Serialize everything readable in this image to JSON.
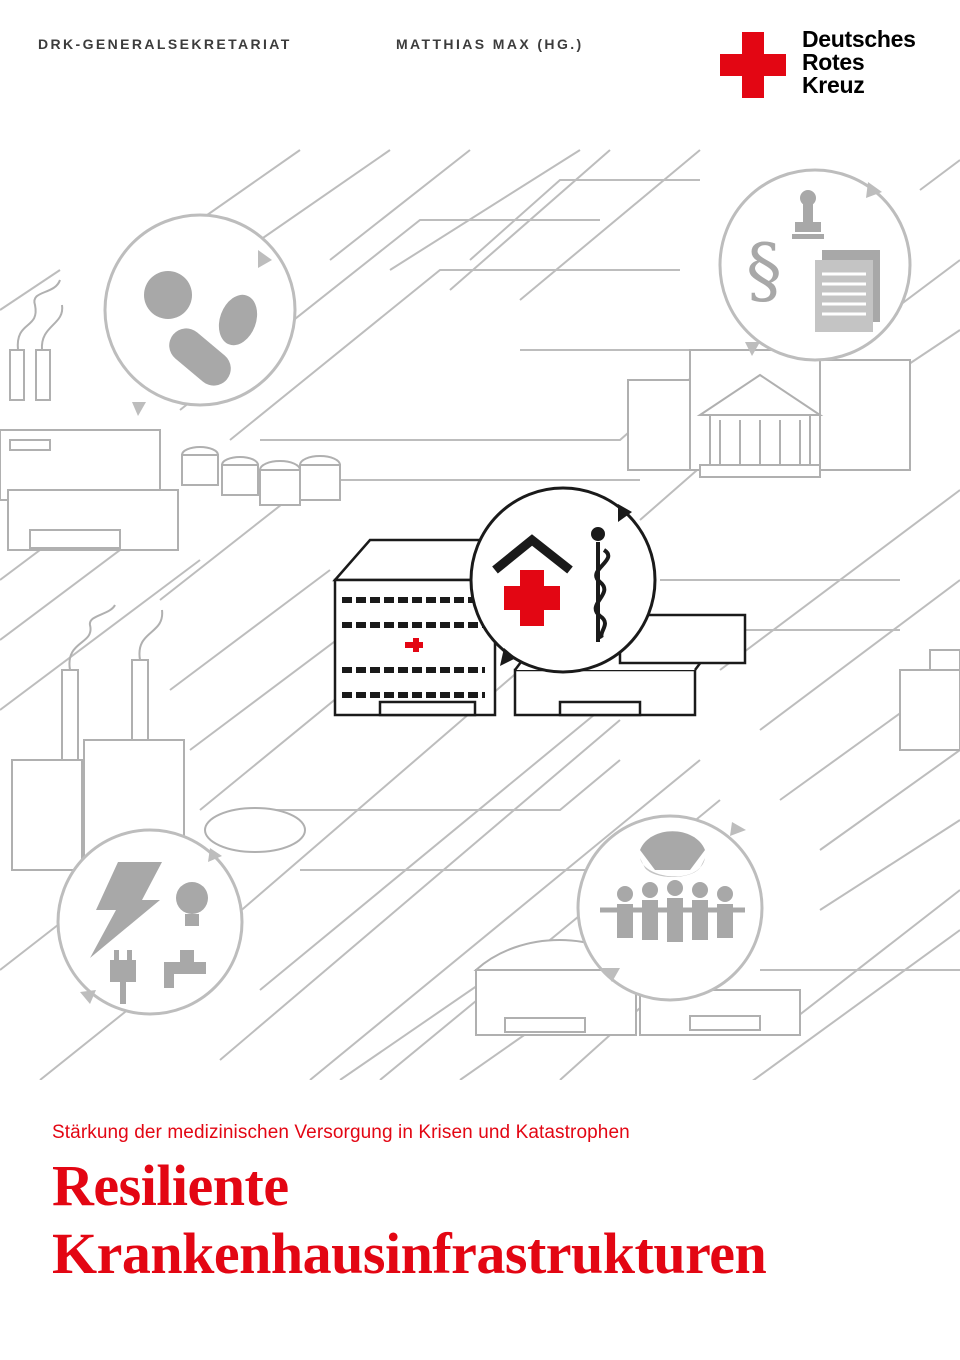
{
  "header": {
    "publisher": "DRK-GENERALSEKRETARIAT",
    "editor": "MATTHIAS MAX (HG.)",
    "logo": {
      "line1": "Deutsches",
      "line2": "Rotes",
      "line3": "Kreuz"
    }
  },
  "illustration": {
    "paragraph_symbol": "§"
  },
  "cover": {
    "subtitle": "Stärkung der medizinischen Versorgung in Krisen und Katastrophen",
    "title_line1": "Resiliente",
    "title_line2": "Krankenhausinfrastrukturen"
  },
  "colors": {
    "accent": "#e30613",
    "line_gray": "#bdbdbd",
    "icon_gray": "#a8a8a8",
    "dark": "#1a1a1a"
  }
}
